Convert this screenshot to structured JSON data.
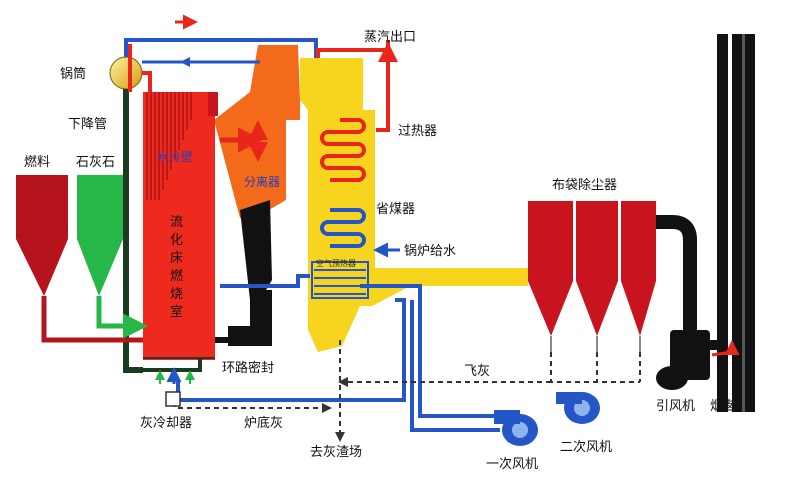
{
  "diagram": {
    "labels": {
      "drum": "锅筒",
      "downcomer": "下降管",
      "fuel": "燃料",
      "limestone": "石灰石",
      "water_wall": "水冷壁",
      "separator": "分离器",
      "furnace_1": "流",
      "furnace_2": "化",
      "furnace_3": "床",
      "furnace_4": "燃",
      "furnace_5": "烧",
      "furnace_6": "室",
      "loop_seal": "环路密封",
      "ash_cooler": "灰冷却器",
      "bottom_ash": "炉底灰",
      "to_ash_yard": "去灰渣场",
      "steam_outlet": "蒸汽出口",
      "superheater": "过热器",
      "economizer": "省煤器",
      "feedwater": "锅炉给水",
      "air_preheater": "空气预热器",
      "bag_filter": "布袋除尘器",
      "fly_ash": "飞灰",
      "primary_fan": "一次风机",
      "secondary_fan": "二次风机",
      "id_fan": "引风机",
      "chimney": "烟囱"
    },
    "colors": {
      "furnace": "#ee2a1e",
      "flue_gas": "#f7d51e",
      "separator": "#f36a1a",
      "fuel_silo": "#b5141c",
      "limestone_silo": "#27b648",
      "bag_filter": "#c8141e",
      "air_duct": "#2456c8",
      "steam_pipe": "#e8261c",
      "ash_line": "#333333",
      "chimney": "#111111"
    }
  }
}
